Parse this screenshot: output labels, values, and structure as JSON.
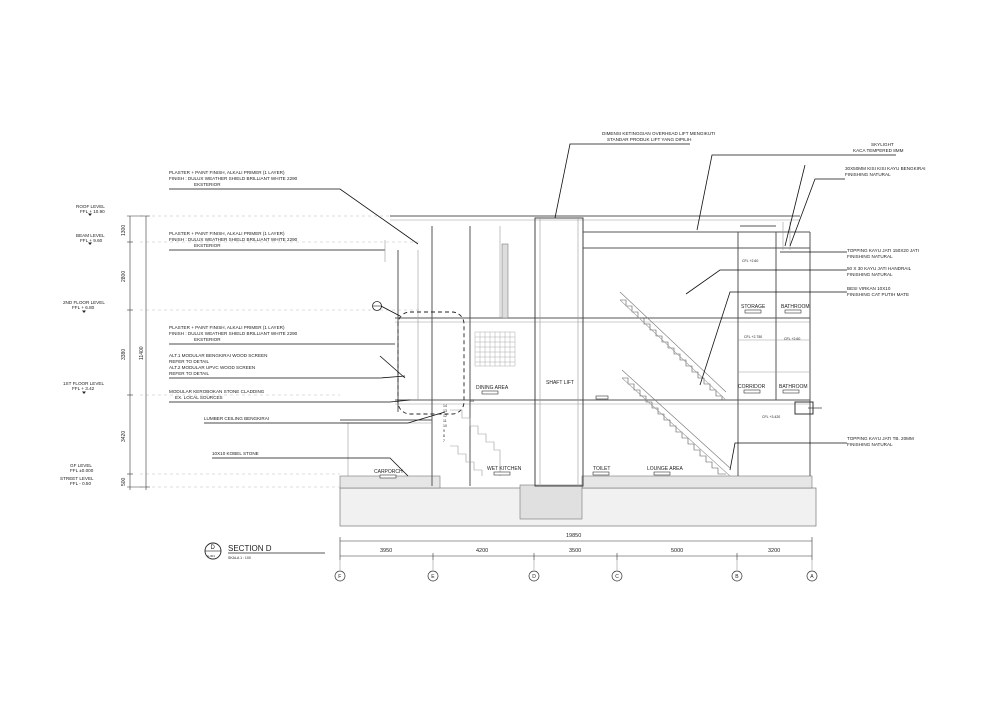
{
  "levels": [
    {
      "name": "ROOF LEVEL",
      "ffl": "FFL + 10.90"
    },
    {
      "name": "BEAM LEVEL",
      "ffl": "FFL + 9.60"
    },
    {
      "name": "2ND FLOOR LEVEL",
      "ffl": "FFL + 6.80"
    },
    {
      "name": "1ST FLOOR LEVEL",
      "ffl": "FFL + 3.42"
    },
    {
      "name": "GF LEVEL",
      "ffl": "FFL ±0.000"
    },
    {
      "name": "STREET LEVEL",
      "ffl": "FFL - 0.50"
    }
  ],
  "vertical_dims": [
    "1300",
    "2800",
    "3380",
    "3420",
    "500"
  ],
  "total_height": "11400",
  "left_notes": [
    {
      "lines": [
        "PLASTER + PAINT FINISH, ALKALI PRIMER  (1 LAYER)",
        "FINISH : DULUX WEATHER SHIELD BRILLIANT WHITE 2290",
        "EKSTERIOR"
      ]
    },
    {
      "lines": [
        "PLASTER + PAINT FINISH, ALKALI PRIMER  (1 LAYER)",
        "FINISH : DULUX WEATHER SHIELD BRILLIANT WHITE 2290",
        "EKSTERIOR"
      ]
    },
    {
      "lines": [
        "PLASTER + PAINT FINISH, ALKALI PRIMER  (1 LAYER)",
        "FINISH : DULUX WEATHER SHIELD BRILLIANT WHITE 2290",
        "EKSTERIOR"
      ]
    },
    {
      "lines": [
        "ALT.1 MODULAR BENGKIRAI WOOD SCREEN",
        "REFER TO DETAIL",
        "ALT.2 MODULAR UPVC WOOD SCREEN",
        "REFER TO DETAIL"
      ]
    },
    {
      "lines": [
        "MODULAR KEROBOKAN STONE CLADDING",
        "EX. LOCAL SOURCES"
      ]
    },
    {
      "lines": [
        "LUMBER CEILING BENGKIRAI"
      ]
    },
    {
      "lines": [
        "10X10 KOBEL STONE"
      ]
    }
  ],
  "right_notes": [
    {
      "lines": [
        "DIMENSI KETINGGIAN OVERHEAD LIFT MENGIKUTI",
        "STANDAR PRODUK LIFT YANG DIPILIH"
      ]
    },
    {
      "lines": [
        "SKYLIGHT",
        "KACA TEMPERED 8MM"
      ]
    },
    {
      "lines": [
        "30X50MM KISI KISI KAYU BENGKIRAI",
        "FINISHING NATURAL"
      ]
    },
    {
      "lines": [
        "TOPPING KAYU JATI 150X20 JATI",
        "FINISHING NATURAL"
      ]
    },
    {
      "lines": [
        "50 X 30 KAYU JATI HANDRAIL",
        "FINISHING NATURAL"
      ]
    },
    {
      "lines": [
        "BESI VIRKAN 10X10",
        "FINISHING CAT PUTIH MATE"
      ]
    },
    {
      "lines": [
        "TOPPING KAYU JATI TB. 20MM",
        "FINISHING NATURAL"
      ]
    }
  ],
  "rooms": [
    {
      "name": "CARPORCH"
    },
    {
      "name": "WET KITCHEN"
    },
    {
      "name": "DINING AREA"
    },
    {
      "name": "SHAFT LIFT"
    },
    {
      "name": "TOILET"
    },
    {
      "name": "LOUNGE AREA"
    },
    {
      "name": "STORAGE"
    },
    {
      "name": "BATHROOM"
    },
    {
      "name": "CORRIDOR"
    },
    {
      "name": "BATHROOM"
    }
  ],
  "ffl_tags": [
    "CFL +2.60",
    "CFL +2.750",
    "CFL +2.60",
    "CFL +3.420"
  ],
  "stair_numbers": [
    "15",
    "14",
    "13",
    "12",
    "11",
    "10",
    "9",
    "8",
    "7"
  ],
  "bottom_dims": {
    "total": "19850",
    "segments": [
      "3950",
      "4200",
      "3500",
      "5000",
      "3200"
    ]
  },
  "grid_labels": [
    "F",
    "E",
    "D",
    "C",
    "B",
    "A"
  ],
  "title": {
    "badge_letter": "D",
    "badge_sheet": "A-301",
    "name": "SECTION D",
    "scale": "SKALA 1 : 100"
  }
}
